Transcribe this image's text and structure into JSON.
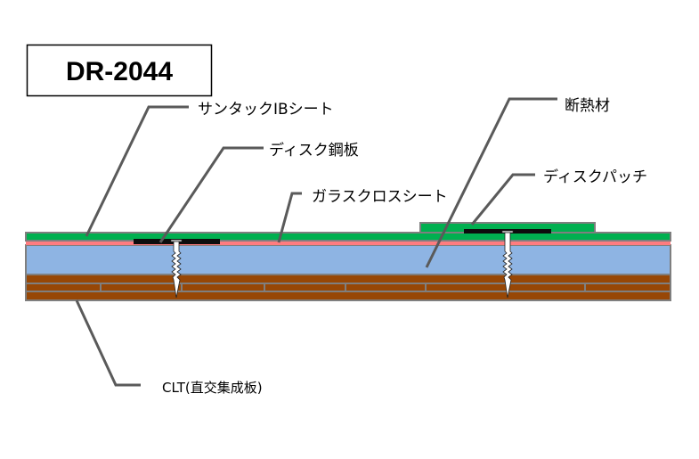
{
  "title": "DR-2044",
  "labels": {
    "santack": "サンタックIBシート",
    "disc_steel": "ディスク鋼板",
    "glass_cloth": "ガラスクロスシート",
    "insulation": "断熱材",
    "disc_patch": "ディスクパッチ",
    "clt": "CLT(直交集成板)"
  },
  "colors": {
    "membrane": "#00b050",
    "glass_cloth": "#ff7c80",
    "insulation": "#8eb4e3",
    "clt": "#974706",
    "disc": "#0d0d0d",
    "outline": "#7f7f7f"
  }
}
